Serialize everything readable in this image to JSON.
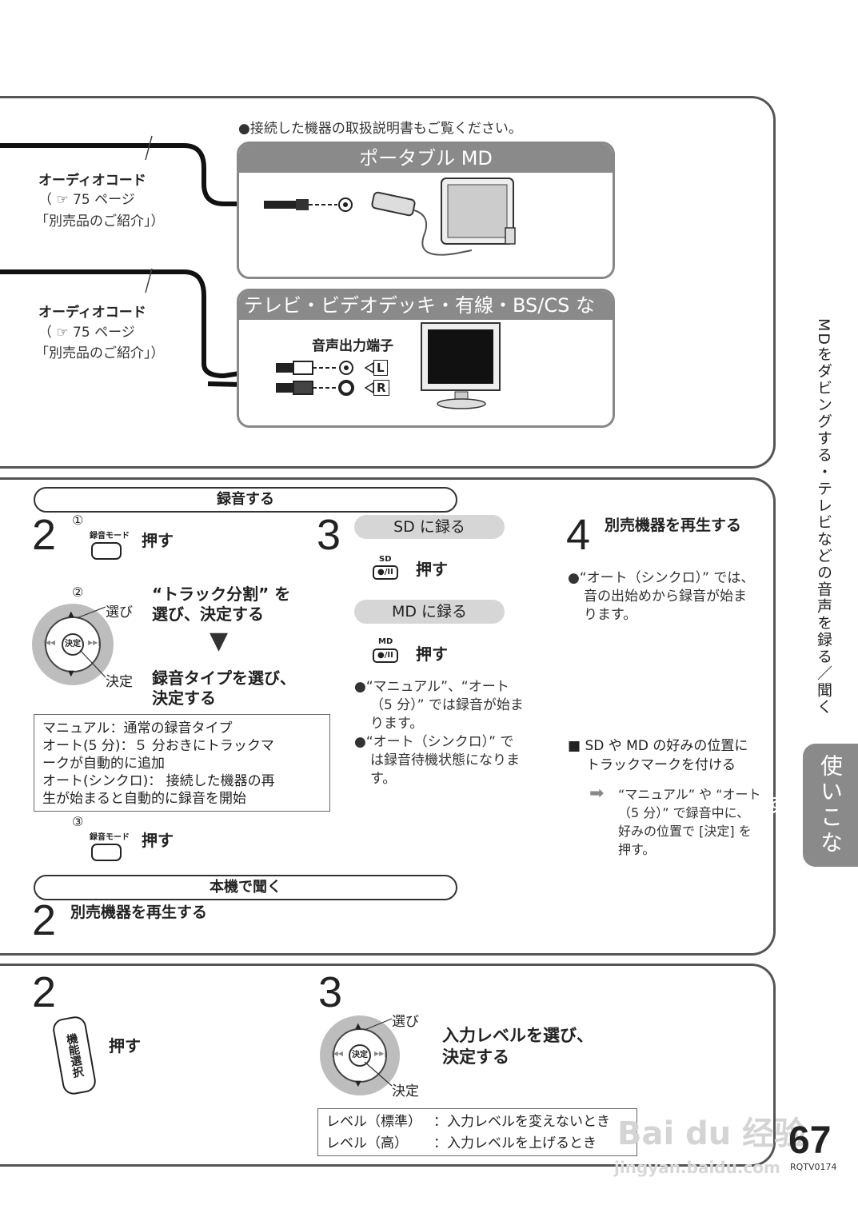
{
  "top": {
    "note": "●接続した機器の取扱説明書もご覧ください。",
    "cord1": {
      "title": "オーディオコード",
      "ref": "（ ☞ 75 ページ",
      "ref2": "「別売品のご紹介」）"
    },
    "cord2": {
      "title": "オーディオコード",
      "ref": "（ ☞ 75 ページ",
      "ref2": "「別売品のご紹介」）"
    },
    "portable_md": "ポータブル MD",
    "tv_box": "テレビ・ビデオデッキ・有線・BS/CS など",
    "audio_out": "音声出力端子",
    "ch_l": "L",
    "ch_r": "R"
  },
  "record": {
    "header": "録音する",
    "step2_num": "2",
    "sub1": "①",
    "mode_label": "録音モード",
    "push": "押す",
    "sub2": "②",
    "select": "選び",
    "enter": "決定",
    "dial_center": "決定",
    "track_split": "“トラック分割” を",
    "track_split2": "選び、決定する",
    "rec_type": "録音タイプを選び、",
    "rec_type2": "決定する",
    "box_lines": [
      "マニュアル：通常の録音タイプ",
      "オート(5 分)：５ 分おきにトラックマ",
      "ークが自動的に追加",
      "オート(シンクロ)： 接続した機器の再",
      "生が始まると自動的に録音を開始"
    ],
    "sub3": "③",
    "push3": "押す",
    "step3_num": "3",
    "sd_rec": "SD に録る",
    "sd_icon": "SD",
    "sd_push": "押す",
    "md_rec": "MD に録る",
    "md_icon": "MD",
    "md_push": "押す",
    "note3_lines": [
      "●“マニュアル”、“オート",
      "（5 分）” では録音が始ま",
      "ります。",
      "●“オート（シンクロ）” で",
      "は録音待機状態になりま",
      "す。"
    ],
    "step4_num": "4",
    "step4_text": "別売機器を再生する",
    "note4_lines": [
      "●“オート（シンクロ）” では、",
      "音の出始めから録音が始ま",
      "ります。"
    ],
    "track_mark_title": "■ SD や MD の好みの位置に",
    "track_mark_title2": "トラックマークを付ける",
    "track_mark_lines": [
      "“マニュアル” や “オート",
      "（5 分）” で録音中に、",
      "好みの位置で [決定] を",
      "押す。"
    ]
  },
  "listen": {
    "header": "本機で聞く",
    "step_num": "2",
    "text": "別売機器を再生する"
  },
  "bottom": {
    "step2_num": "2",
    "func_button": "機能選択",
    "push": "押す",
    "step3_num": "3",
    "select": "選び",
    "enter": "決定",
    "dial_center": "決定",
    "instr1": "入力レベルを選び、",
    "instr2": "決定する",
    "table": [
      {
        "label": "レベル（標準）",
        "desc": "：入力レベルを変えないとき"
      },
      {
        "label": "レベル（高）",
        "desc": "：入力レベルを上げるとき"
      }
    ]
  },
  "sidebar": {
    "vertical_text": "MDをダビングする・テレビなどの音声を録る／聞く",
    "tab": "使いこなす"
  },
  "footer": {
    "page_num": "67",
    "code": "RQTV0174",
    "watermark": "Bai du 经验",
    "watermark_url": "jingyan.baidu.com"
  }
}
